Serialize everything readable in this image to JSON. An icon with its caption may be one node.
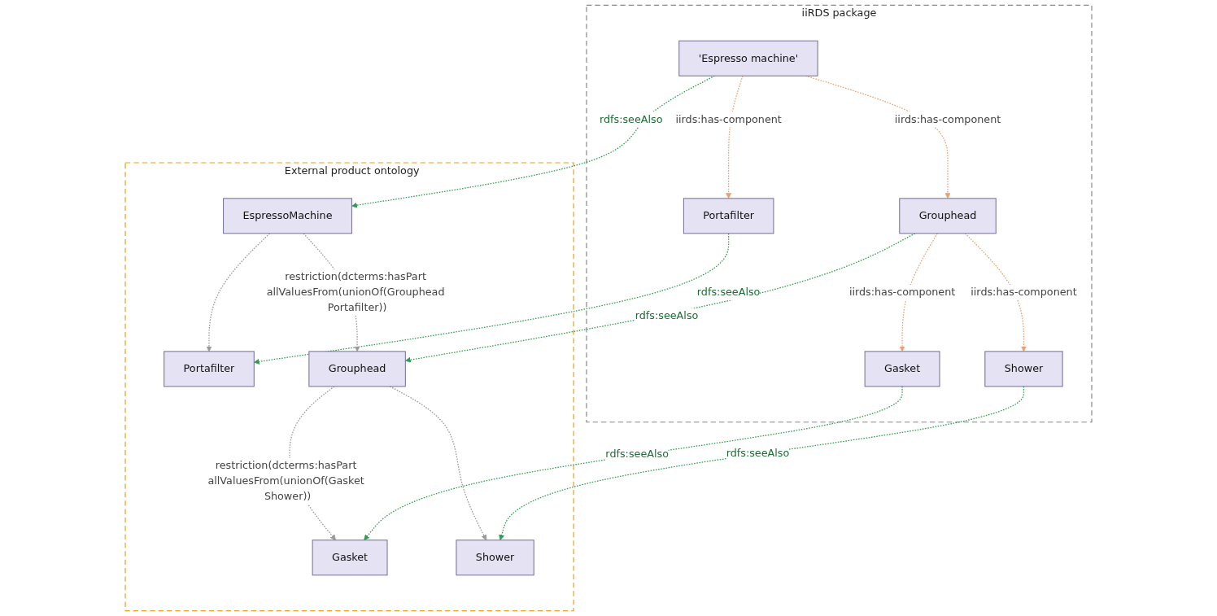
{
  "diagram": {
    "nodes": [
      {
        "text": [
          "iiRDS package"
        ]
      },
      {
        "text": [
          "'Espresso machine'"
        ],
        "in": 0
      },
      {
        "text": [
          "Portafilter"
        ],
        "in": 0
      },
      {
        "text": [
          "Grouphead"
        ],
        "in": 0
      },
      {
        "text": [
          "Gasket"
        ],
        "in": 0
      },
      {
        "text": [
          "Shower"
        ],
        "in": 0
      },
      {
        "text": [
          "External product ontology"
        ]
      },
      {
        "text": [
          "EspressoMachine"
        ],
        "in": 6
      },
      {
        "text": [
          "Portafilter"
        ],
        "in": 6
      },
      {
        "text": [
          "Grouphead"
        ],
        "in": 6
      },
      {
        "text": [
          "Gasket"
        ],
        "in": 6
      },
      {
        "text": [
          "Shower"
        ],
        "in": 6
      }
    ],
    "edges": [
      {
        "from": 1,
        "to": 7,
        "arrow": "to",
        "label": "rdfs:seeAlso",
        "style": "dashed"
      },
      {
        "from": 1,
        "to": 2,
        "arrow": "to",
        "label": "iirds:has-component",
        "style": "dashed",
        "color": "#e8a070"
      },
      {
        "from": 1,
        "to": 3,
        "arrow": "to",
        "label": "iirds:has-component",
        "style": "dashed",
        "color": "#e8a070"
      },
      {
        "from": 2,
        "to": 8,
        "arrow": "to",
        "label": "rdfs:seeAlso",
        "style": "dashed"
      },
      {
        "from": 3,
        "to": 9,
        "arrow": "to",
        "label": "rdfs:seeAlso",
        "style": "dashed"
      },
      {
        "from": 3,
        "to": 4,
        "arrow": "to",
        "label": "iirds:has-component",
        "style": "dashed",
        "color": "#e8a070"
      },
      {
        "from": 3,
        "to": 5,
        "arrow": "to",
        "label": "iirds:has-component",
        "style": "dashed",
        "color": "#e8a070"
      },
      {
        "from": 5,
        "to": 11,
        "arrow": "to",
        "label": "rdfs:seeAlso",
        "style": "dashed"
      },
      {
        "from": 4,
        "to": 10,
        "arrow": "to",
        "label": "rdfs:seeAlso",
        "style": "dashed"
      },
      {
        "from": 7,
        "to": 9,
        "arrow": "to",
        "label": "restriction(dcterms:hasPart allValuesFrom(unionOf(Grouphead Portafilter))",
        "style": "dashed",
        "color": "#999999"
      },
      {
        "from": 7,
        "to": 8,
        "arrow": "to",
        "style": "dashed",
        "color": "#999999"
      },
      {
        "from": 9,
        "to": 10,
        "arrow": "to",
        "label": "restriction(dcterms:hasPart allValuesFrom(unionOf(Gasket Shower))",
        "style": "dashed",
        "color": "#999999"
      },
      {
        "from": 9,
        "to": 11,
        "arrow": "to",
        "style": "dashed",
        "color": "#999999"
      }
    ]
  }
}
